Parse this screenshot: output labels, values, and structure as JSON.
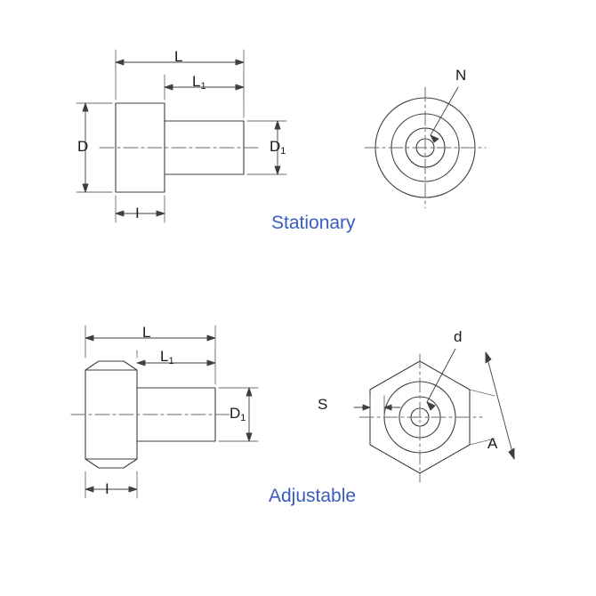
{
  "page": {
    "background": "#ffffff",
    "line_color": "#3f3f3f",
    "center_line_color": "#6b6b6b",
    "label_color": "#1a1a1a",
    "title_color": "#3b5bbf"
  },
  "views": {
    "stationary": {
      "title": "Stationary",
      "labels": {
        "L": "L",
        "L1_main": "L",
        "L1_sub": "1",
        "D": "D",
        "D1_main": "D",
        "D1_sub": "1",
        "I": "I",
        "N": "N"
      }
    },
    "adjustable": {
      "title": "Adjustable",
      "labels": {
        "L": "L",
        "L1_main": "L",
        "L1_sub": "1",
        "D1_main": "D",
        "D1_sub": "1",
        "I": "I",
        "d": "d",
        "S": "S",
        "A": "A"
      }
    }
  }
}
